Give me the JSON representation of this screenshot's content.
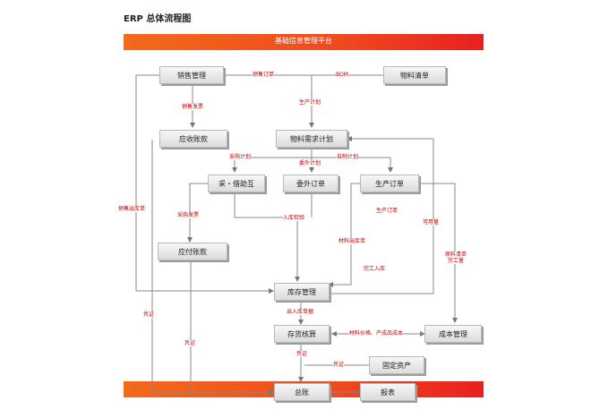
{
  "title": "ERP 总体流程图",
  "top_band": "基础信息管理平台",
  "nodes": {
    "sales": "销售管理",
    "bom_list": "物料清单",
    "receivable": "应收账款",
    "mrp": "物料需求计划",
    "purchase": "采・借助互",
    "outsource": "委外订单",
    "production": "生产订单",
    "payable": "应付账款",
    "inventory": "库存管理",
    "stock_accounting": "存货核算",
    "cost": "成本管理",
    "fixed_assets": "固定资产",
    "ledger": "总账",
    "report": "报表"
  },
  "labels": {
    "sales_order": "销售订单",
    "bom": "BOM",
    "sales_invoice": "销售发票",
    "production_plan": "生产计划",
    "purchase_plan": "采购计划",
    "outsource_plan": "委外计划",
    "self_plan": "自制计划",
    "sales_outbound": "销售出库单",
    "purchase_invoice": "采购发票",
    "inbound_check": "入库检验",
    "production_order": "生产订单",
    "available": "可用量",
    "material_outbound": "材料出库单",
    "finished_inbound": "完工入库",
    "material_cost": "原料清单完工量",
    "in_out_docs": "出入库单据",
    "cost_price": "材料价格、产成品成本",
    "voucher_left": "凭证",
    "voucher_mid": "凭证",
    "voucher_stock": "凭证",
    "voucher_asset": "凭证"
  }
}
